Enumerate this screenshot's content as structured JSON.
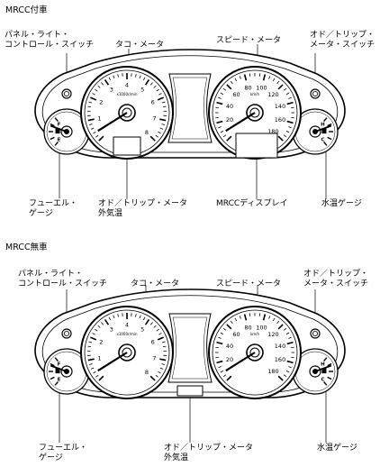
{
  "sections": [
    {
      "title": "MRCC付車",
      "labels": {
        "panel_light_switch": [
          "パネル・ライト・",
          "コントロール・スイッチ"
        ],
        "tachometer": "タコ・メータ",
        "speedometer": "スピード・メータ",
        "odo_trip_switch": [
          "オド／トリップ・",
          "メータ・スイッチ"
        ],
        "fuel_gauge": [
          "フューエル・",
          "ゲージ"
        ],
        "odo_trip_meter": [
          "オド／トリップ・メータ",
          "外気温"
        ],
        "mrcc_display": "MRCCディスプレイ",
        "water_temp_gauge": "水温ゲージ"
      }
    },
    {
      "title": "MRCC無車",
      "labels": {
        "panel_light_switch": [
          "パネル・ライト・",
          "コントロール・スイッチ"
        ],
        "tachometer": "タコ・メータ",
        "speedometer": "スピード・メータ",
        "odo_trip_switch": [
          "オド／トリップ・",
          "メータ・スイッチ"
        ],
        "fuel_gauge": [
          "フューエル・",
          "ゲージ"
        ],
        "odo_trip_meter": [
          "オド／トリップ・メータ",
          "外気温"
        ],
        "water_temp_gauge": "水温ゲージ"
      }
    }
  ],
  "dial": {
    "tach_numbers": [
      "1",
      "2",
      "3",
      "4",
      "5",
      "6",
      "7",
      "8"
    ],
    "tach_unit": "x1000r/min",
    "speed_numbers": [
      "20",
      "40",
      "60",
      "80",
      "100",
      "120",
      "140",
      "160",
      "180"
    ],
    "speed_unit": "km/h",
    "fuel_marks": [
      "F",
      "E"
    ],
    "temp_marks": [
      "H",
      "C"
    ]
  }
}
